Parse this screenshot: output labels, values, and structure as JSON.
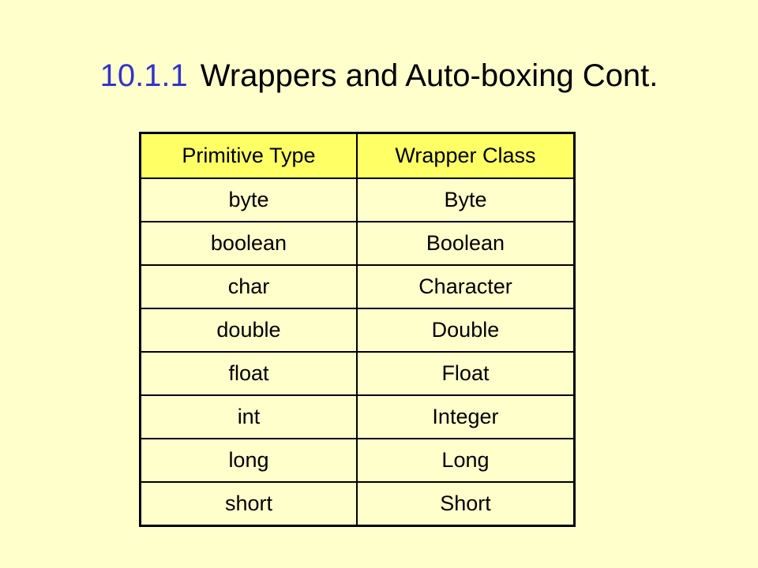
{
  "slide": {
    "title_number": "10.1.1",
    "title_text": "Wrappers and Auto-boxing Cont.",
    "colors": {
      "background": "#FFFFCC",
      "header_fill": "#FFFF66",
      "title_number": "#3333CC"
    }
  },
  "table": {
    "headers": [
      "Primitive Type",
      "Wrapper Class"
    ],
    "rows": [
      [
        "byte",
        "Byte"
      ],
      [
        "boolean",
        "Boolean"
      ],
      [
        "char",
        "Character"
      ],
      [
        "double",
        "Double"
      ],
      [
        "float",
        "Float"
      ],
      [
        "int",
        "Integer"
      ],
      [
        "long",
        "Long"
      ],
      [
        "short",
        "Short"
      ]
    ]
  }
}
